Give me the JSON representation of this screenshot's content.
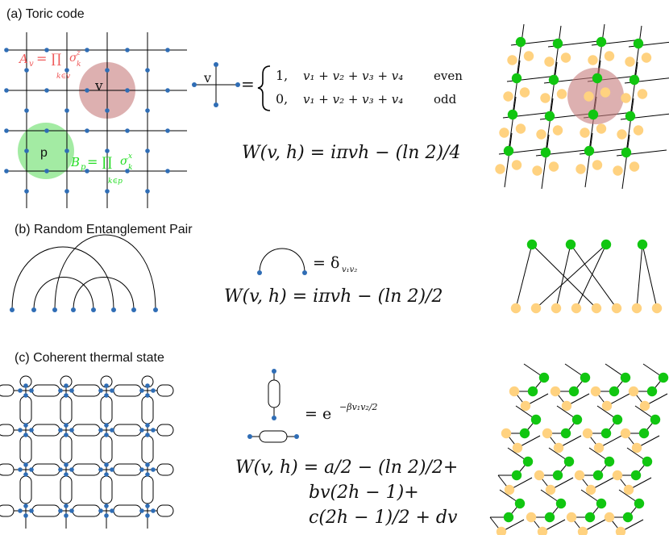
{
  "panels": {
    "a": {
      "label": "(a) Toric code",
      "vertex_label": "v",
      "plaquette_label": "p",
      "Av_lhs": "A",
      "Av_sub": "v",
      "Av_eq": "= ∏",
      "Av_sigma": "σ",
      "Av_sup": "z",
      "Av_k": "k",
      "Av_under": "k∈v",
      "Bp_lhs": "B",
      "Bp_sub": "p",
      "Bp_eq": "= ∏",
      "Bp_sigma": "σ",
      "Bp_sup": "x",
      "Bp_k": "k",
      "Bp_under": "k∈p",
      "tensor_label": "v",
      "case1_val": "1,",
      "case1_cond": "v₁ + v₂ + v₃ + v₄",
      "case1_word": "even",
      "case0_val": "0,",
      "case0_cond": "v₁ + v₂ + v₃ + v₄",
      "case0_word": "odd",
      "weight": "W(v, h) = iπvh − (ln 2)/4"
    },
    "b": {
      "label": "(b) Random Entanglement Pair",
      "arc_eq": "= δ",
      "arc_sub": "v₁v₂",
      "weight": "W(v, h) = iπvh − (ln 2)/2"
    },
    "c": {
      "label": "(c) Coherent thermal state",
      "bond_eq": "= e",
      "bond_sup": "−βv₁v₂/2",
      "weight_line1": "W(v, h) = a/2 − (ln 2)/2+",
      "weight_line2": "bv(2h − 1)+",
      "weight_line3": "c(2h − 1)/2 + dv"
    }
  },
  "colors": {
    "vertex_dot": "#2f6db5",
    "green_node": "#11c611",
    "orange_node": "#ffd280",
    "red_circle": "#c77b7b",
    "green_circle": "#77dd77",
    "pink_text": "#ef5a5a",
    "green_text": "#22dd22"
  }
}
